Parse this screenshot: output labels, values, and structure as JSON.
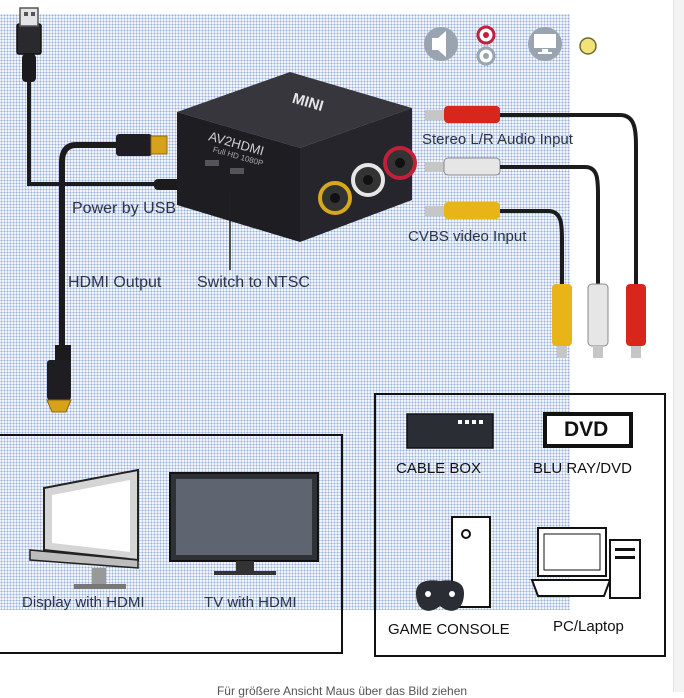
{
  "labels": {
    "power": "Power by USB",
    "hdmi_output": "HDMI Output",
    "switch_ntsc": "Switch to NTSC",
    "stereo": "Stereo L/R Audio Input",
    "cvbs": "CVBS video Input",
    "cable_box": "CABLE BOX",
    "bluray": "BLU RAY/DVD",
    "game_console": "GAME CONSOLE",
    "pc_laptop": "PC/Laptop",
    "display_hdmi": "Display with HDMI",
    "tv_hdmi": "TV with HDMI"
  },
  "device": {
    "brand": "MINI",
    "model": "AV2HDMI",
    "subtitle": "Full HD 1080P",
    "dvd": "DVD"
  },
  "caption": "Für größere Ansicht Maus über das Bild ziehen",
  "colors": {
    "red_plug": "#d9261c",
    "white_plug": "#e8e8e8",
    "yellow_plug": "#e8b418",
    "device_body": "#1d1d22"
  },
  "icons": [
    "usb-plug-icon",
    "hdmi-plug-icon",
    "speaker-icon",
    "audio-rca-icon",
    "monitor-icon",
    "video-rca-icon"
  ]
}
